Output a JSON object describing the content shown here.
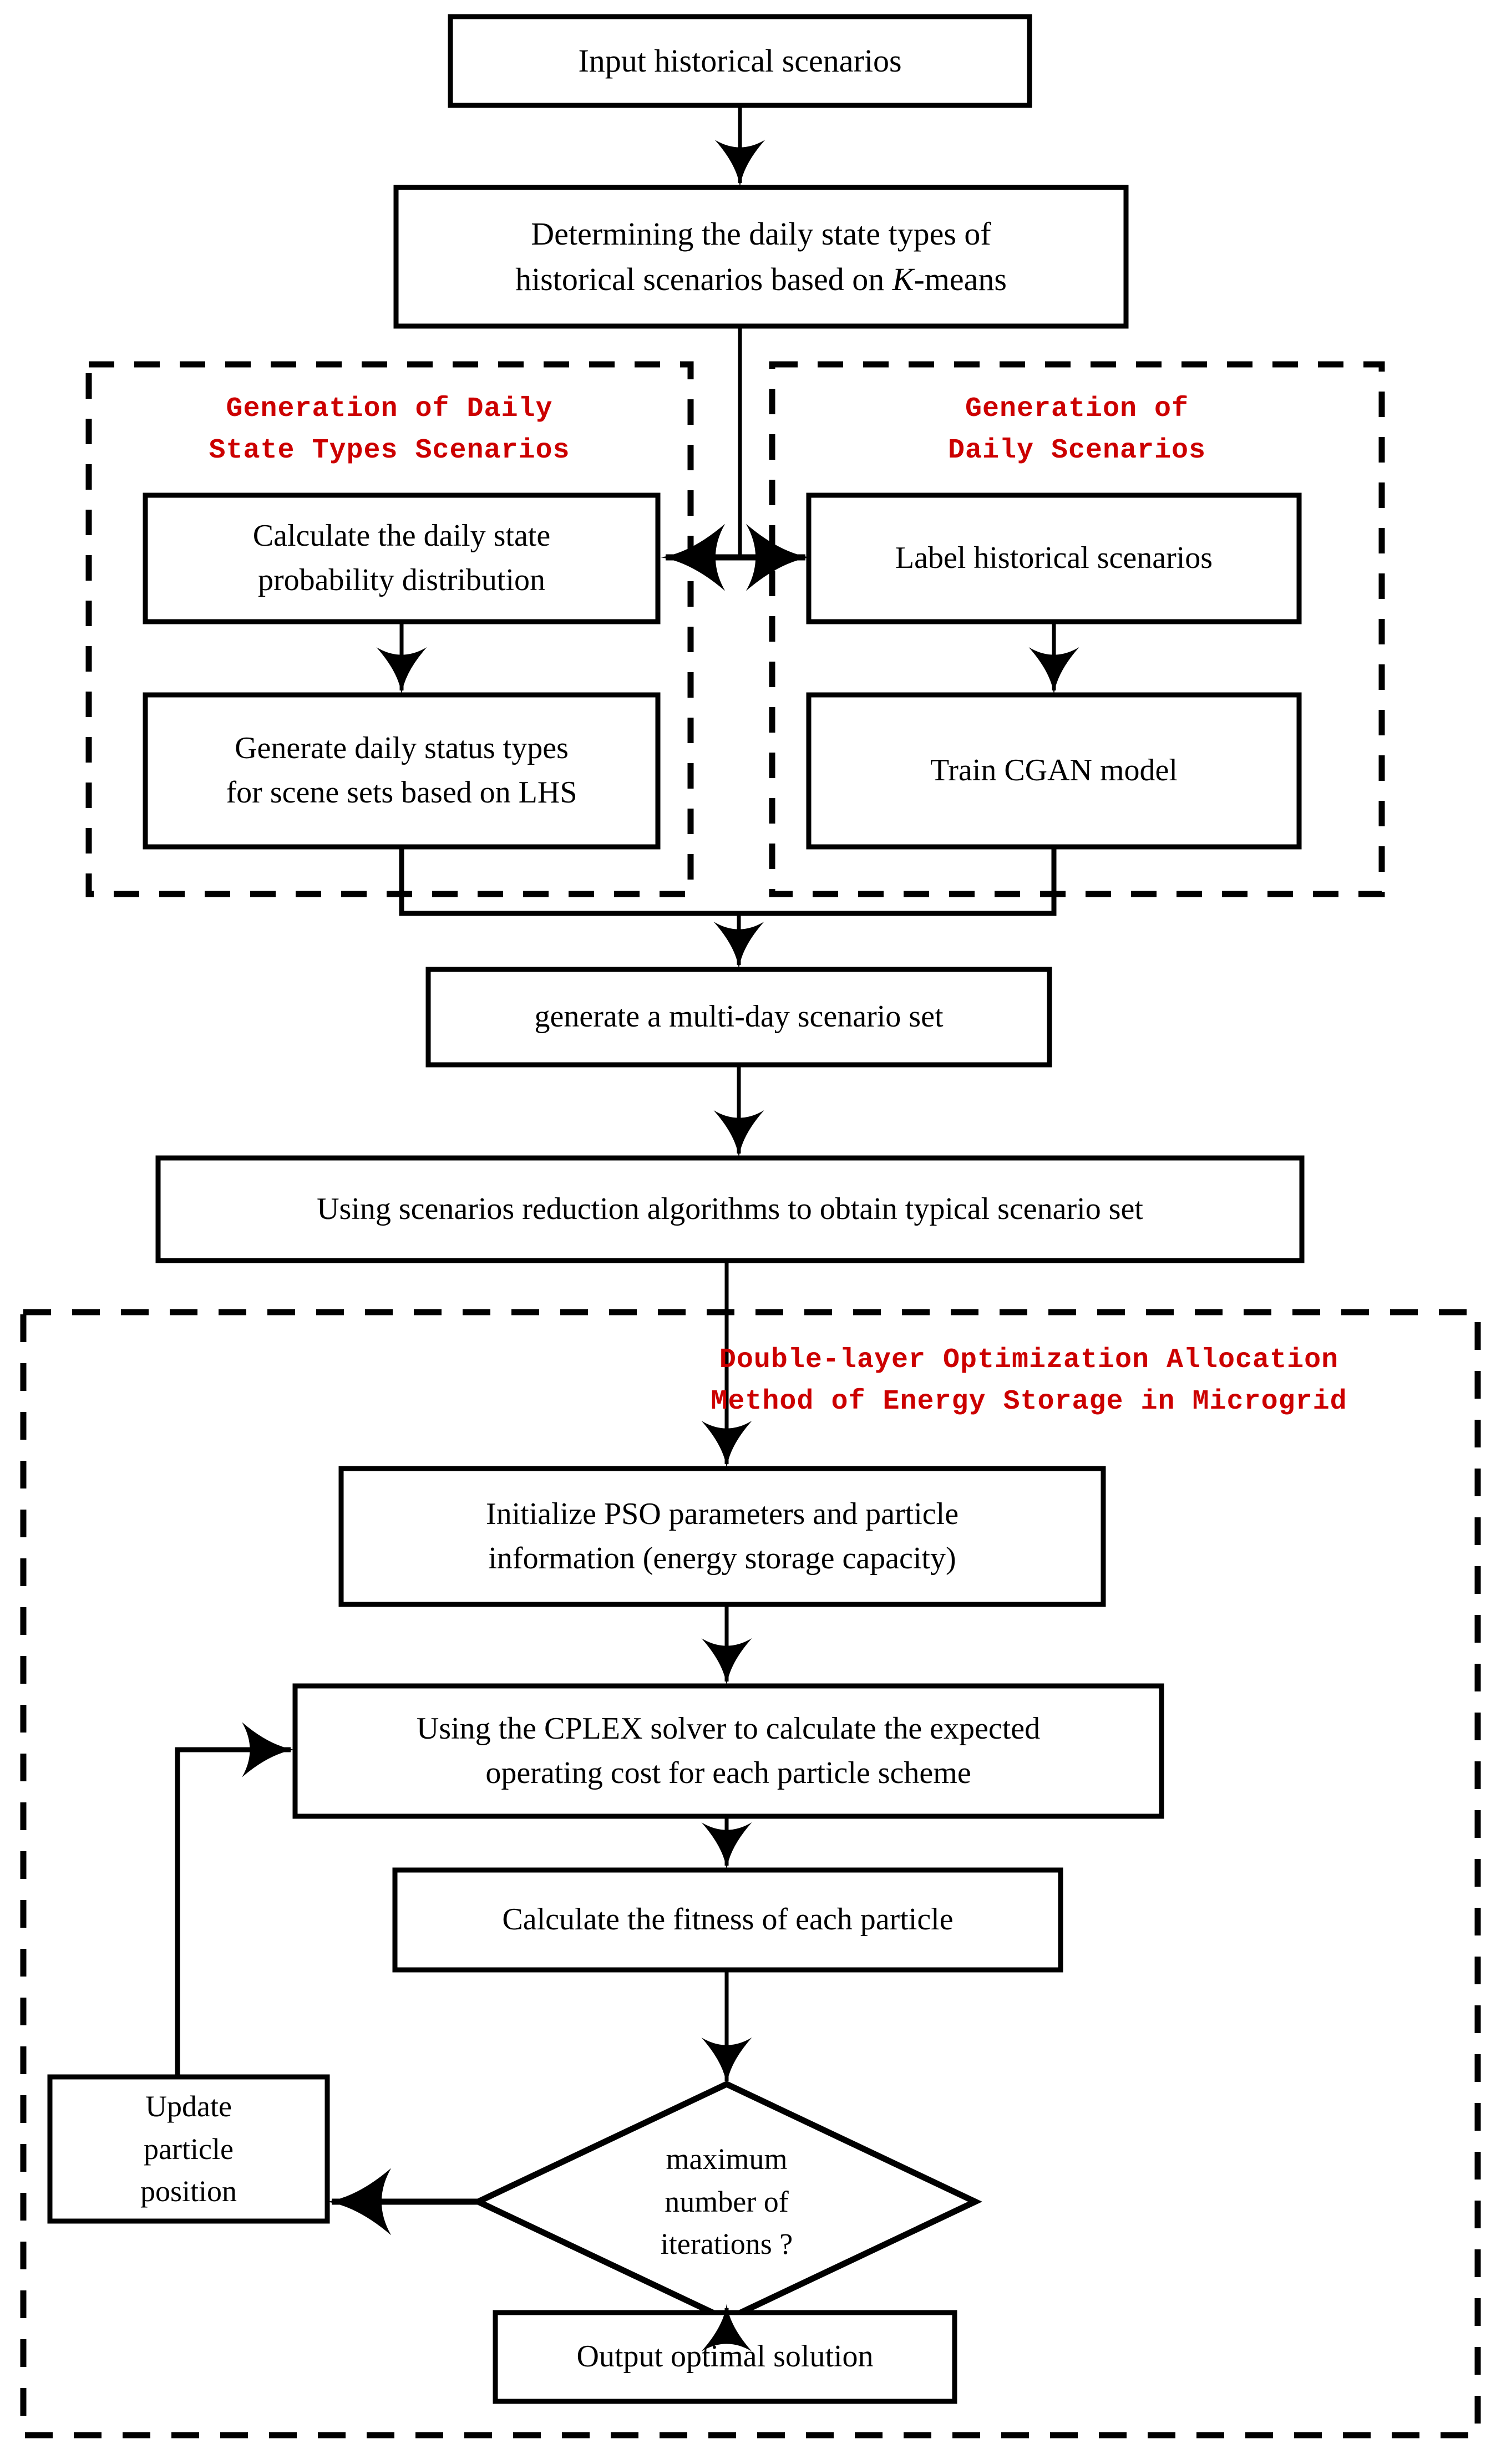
{
  "diagram": {
    "title": "Double-layer optimization allocation flowchart",
    "colors": {
      "accent_red": "#CC0000",
      "stroke": "#000000",
      "background": "#FFFFFF"
    },
    "nodes": {
      "input_historical": "Input historical scenarios",
      "determine_state_types_l1": "Determining the daily state types of",
      "determine_state_types_l2": "historical scenarios based on ",
      "determine_state_types_em": "K",
      "determine_state_types_l3": "-means",
      "calc_probability": "Calculate the daily state\nprobability distribution",
      "generate_lhs": "Generate daily status types\nfor scene sets based on LHS",
      "label_scenarios": "Label historical scenarios",
      "train_cgan": "Train CGAN model",
      "multi_day_set": "generate a multi-day scenario set",
      "reduction_algorithms": "Using scenarios reduction algorithms to obtain typical scenario set",
      "init_pso": "Initialize PSO parameters and particle\ninformation (energy storage capacity)",
      "cplex_solver": "Using the CPLEX solver to calculate the expected\noperating cost for each particle scheme",
      "calc_fitness": "Calculate the fitness of each particle",
      "decision_max_iterations": "maximum\nnumber of\niterations ?",
      "update_particle": "Update\nparticle\nposition",
      "output_solution": "Output optimal solution"
    },
    "group_titles": {
      "daily_state_types": "Generation of Daily\nState Types Scenarios",
      "daily_scenarios": "Generation of\nDaily Scenarios",
      "double_layer": "Double-layer Optimization Allocation\nMethod of Energy Storage in Microgrid"
    },
    "flow_edges": [
      {
        "from": "input_historical",
        "to": "determine_state_types",
        "kind": "arrow-down"
      },
      {
        "from": "determine_state_types",
        "to": "bidirectional-junction",
        "kind": "line-down"
      },
      {
        "from": "calc_probability",
        "to": "label_scenarios",
        "kind": "arrow-bidirectional"
      },
      {
        "from": "calc_probability",
        "to": "generate_lhs",
        "kind": "arrow-down"
      },
      {
        "from": "label_scenarios",
        "to": "train_cgan",
        "kind": "arrow-down"
      },
      {
        "from": "generate_lhs+train_cgan",
        "to": "multi_day_set",
        "kind": "merge-arrow-down"
      },
      {
        "from": "multi_day_set",
        "to": "reduction_algorithms",
        "kind": "arrow-down"
      },
      {
        "from": "reduction_algorithms",
        "to": "init_pso",
        "kind": "arrow-down"
      },
      {
        "from": "init_pso",
        "to": "cplex_solver",
        "kind": "arrow-down"
      },
      {
        "from": "cplex_solver",
        "to": "calc_fitness",
        "kind": "arrow-down"
      },
      {
        "from": "calc_fitness",
        "to": "decision_max_iterations",
        "kind": "arrow-down"
      },
      {
        "from": "decision_max_iterations",
        "to": "update_particle",
        "kind": "arrow-left"
      },
      {
        "from": "update_particle",
        "to": "cplex_solver",
        "kind": "feedback-arrow-up-right"
      },
      {
        "from": "decision_max_iterations",
        "to": "output_solution",
        "kind": "arrow-down"
      }
    ]
  }
}
